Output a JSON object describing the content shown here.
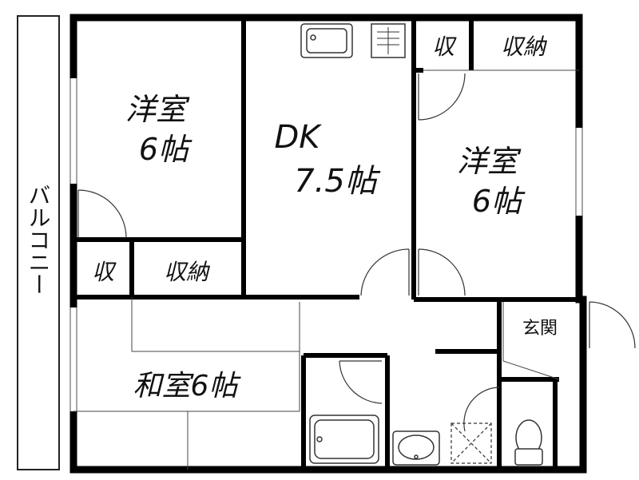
{
  "floorplan": {
    "balcony": "バルコニー",
    "rooms": {
      "western_left": {
        "line1": "洋室",
        "line2": "6帖"
      },
      "dk": {
        "line1": "DK",
        "line2": "7.5帖"
      },
      "western_right": {
        "line1": "洋室",
        "line2": "6帖"
      },
      "japanese": {
        "label": "和室6帖"
      },
      "entrance": {
        "label": "玄関"
      }
    },
    "storage": {
      "short": "収",
      "full": "収納"
    }
  }
}
